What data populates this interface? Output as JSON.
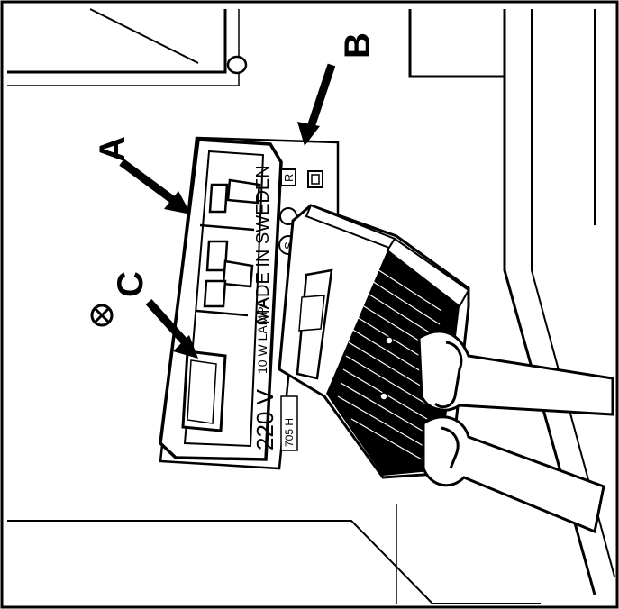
{
  "callouts": {
    "a": "A",
    "b": "B",
    "c": "C"
  },
  "plate": {
    "made_in": "MADE IN SWEDEN",
    "voltage": "220 V",
    "wattage": "10 W LAMPA",
    "model": "705 H",
    "symbol_s": "S",
    "symbol_r": "R"
  }
}
